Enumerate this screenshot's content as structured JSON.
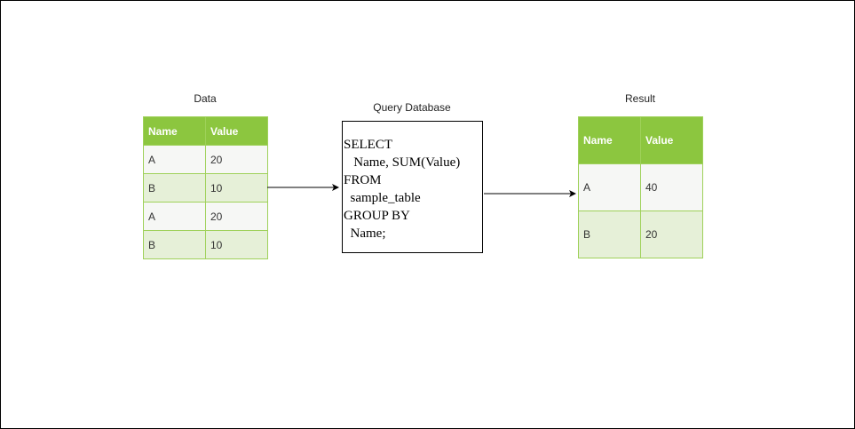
{
  "data_table": {
    "caption": "Data",
    "headers": [
      "Name",
      "Value"
    ],
    "rows": [
      [
        "A",
        "20"
      ],
      [
        "B",
        "10"
      ],
      [
        "A",
        "20"
      ],
      [
        "B",
        "10"
      ]
    ]
  },
  "query": {
    "caption": "Query Database",
    "lines": [
      "SELECT",
      "   Name, SUM(Value)",
      "FROM",
      "  sample_table",
      "GROUP BY",
      "  Name;"
    ]
  },
  "result_table": {
    "caption": "Result",
    "headers": [
      "Name",
      "Value"
    ],
    "rows": [
      [
        "A",
        "40"
      ],
      [
        "B",
        "20"
      ]
    ]
  },
  "colors": {
    "header_fill": "#8cc63f",
    "row_light": "#f6f7f5",
    "row_green": "#e6f0d8",
    "border": "#82b366"
  }
}
